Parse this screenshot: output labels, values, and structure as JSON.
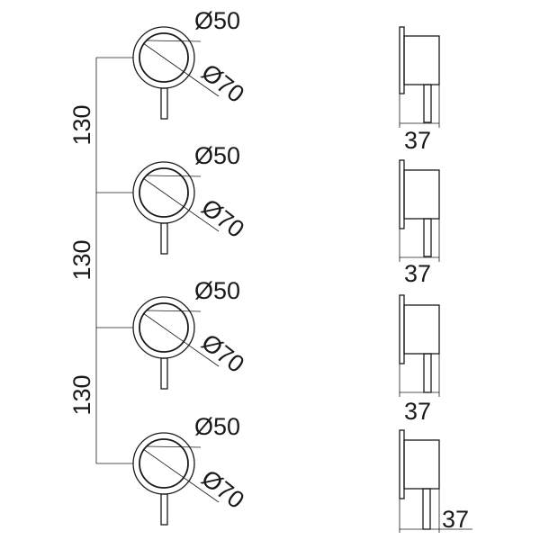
{
  "front_views": [
    {
      "inner_diameter": "Ø50",
      "outer_diameter": "Ø70"
    },
    {
      "inner_diameter": "Ø50",
      "outer_diameter": "Ø70"
    },
    {
      "inner_diameter": "Ø50",
      "outer_diameter": "Ø70"
    },
    {
      "inner_diameter": "Ø50",
      "outer_diameter": "Ø70"
    }
  ],
  "spacings": [
    {
      "label": "130"
    },
    {
      "label": "130"
    },
    {
      "label": "130"
    }
  ],
  "side_views": [
    {
      "depth_label": "37"
    },
    {
      "depth_label": "37"
    },
    {
      "depth_label": "37"
    },
    {
      "depth_label": "37"
    }
  ]
}
